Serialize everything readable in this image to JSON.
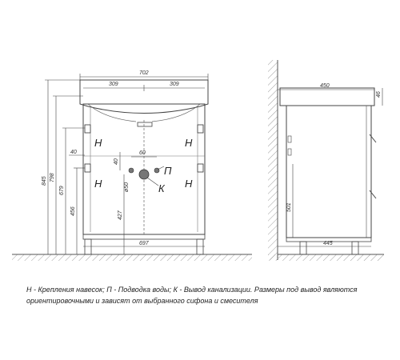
{
  "front_view": {
    "dims": {
      "top_width": "702",
      "half_left": "309",
      "half_right": "309",
      "height_total": "845",
      "height_798": "798",
      "height_679": "679",
      "height_456": "456",
      "height_427": "427",
      "base_width": "697",
      "offset_40_left": "40",
      "offset_40_center": "40",
      "offset_60": "60",
      "dia_50": "ø50"
    },
    "labels": {
      "mount_tl": "Н",
      "mount_tr": "Н",
      "mount_bl": "Н",
      "mount_br": "Н",
      "water": "П",
      "drain": "К"
    }
  },
  "side_view": {
    "dims": {
      "depth_top": "450",
      "depth_base": "445",
      "thickness": "46",
      "height_side": "501"
    }
  },
  "legend": {
    "line1": "Н - Крепления навесок; П - Подводка воды; К - Вывод канализации. Размеры под вывод являются",
    "line2": "ориентировочными и зависят от выбранного сифона и смесителя"
  }
}
